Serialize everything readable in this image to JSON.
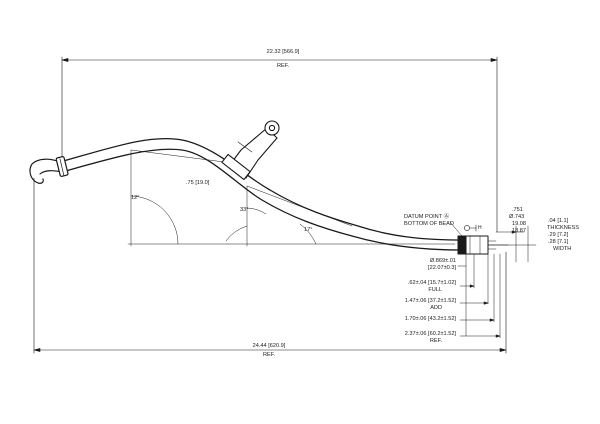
{
  "overall_length": {
    "value": "22.32 [566.9]",
    "note": "REF."
  },
  "total_length": {
    "value": "24.44 [620.9]",
    "note": "REF."
  },
  "angles": {
    "a1": "12°",
    "a2": "33°",
    "a3": "17°"
  },
  "clip_width": ".75 [19.0]",
  "datum": {
    "line1": "DATUM POINT Ⓐ",
    "line2": "BOTTOM OF BEAD",
    "marker": "H"
  },
  "tip_dims": {
    "d1": ".751",
    "d2": "Ø.743",
    "d3": "19.08",
    "d4": "18.87",
    "thickness_top": ".04 [1.1]",
    "thickness_label": "THICKNESS",
    "width_top": ".29 [7.2]",
    "width_bot": ".28 [7.1]",
    "width_label": "WIDTH"
  },
  "stack_dims": [
    {
      "value": "Ø.869±.01",
      "sub": "[22.07±0.3]"
    },
    {
      "value": ".62±.04  [15.7±1.02]",
      "sub": "FULL"
    },
    {
      "value": "1.47±.06  [37.2±1.52]",
      "sub": "ADD"
    },
    {
      "value": "1.70±.06  [43.2±1.52]",
      "sub": ""
    },
    {
      "value": "2.37±.06  [60.2±1.52]",
      "sub": "REF."
    }
  ]
}
